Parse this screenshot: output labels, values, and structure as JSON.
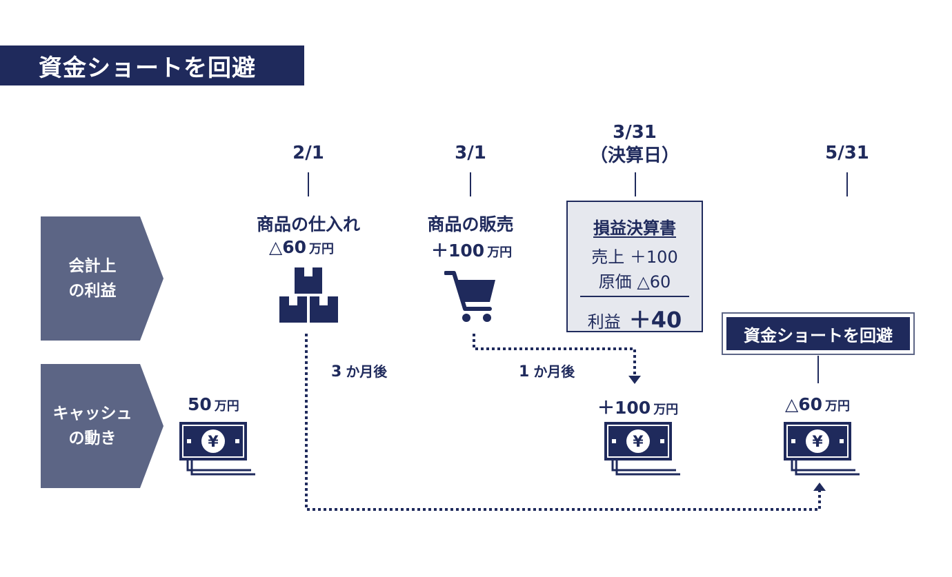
{
  "title": "資金ショートを回避",
  "rows": {
    "profit": [
      "会計上",
      "の利益"
    ],
    "cash": [
      "キャッシュ",
      "の動き"
    ]
  },
  "dates": {
    "feb1": "2/1",
    "mar1": "3/1",
    "mar31": "3/31",
    "mar31_note": "（決算日）",
    "may31": "5/31"
  },
  "events": {
    "purchase": {
      "title": "商品の仕入れ",
      "amount": "△60",
      "unit": "万円"
    },
    "sale": {
      "title": "商品の販売",
      "amount": "＋100",
      "unit": "万円"
    }
  },
  "pl_statement": {
    "title": "損益決算書",
    "sales": "売上 ＋100",
    "cogs": "原価 △60",
    "profit_label": "利益",
    "profit_value": "＋40"
  },
  "cash": {
    "initial": {
      "amount": "50",
      "unit": "万円"
    },
    "inflow": {
      "amount": "＋100",
      "unit": "万円"
    },
    "outflow": {
      "amount": "△60",
      "unit": "万円"
    }
  },
  "lags": {
    "three_months": {
      "num": "3",
      "text": "か月後"
    },
    "one_month": {
      "num": "1",
      "text": "か月後"
    }
  },
  "avoid_label": "資金ショートを回避",
  "icons": [
    "boxes-icon",
    "cart-icon",
    "cash-icon",
    "yen-icon"
  ],
  "colors": {
    "navy": "#1f2a5c",
    "slate": "#5c6585",
    "panel": "#e6e8ee"
  }
}
